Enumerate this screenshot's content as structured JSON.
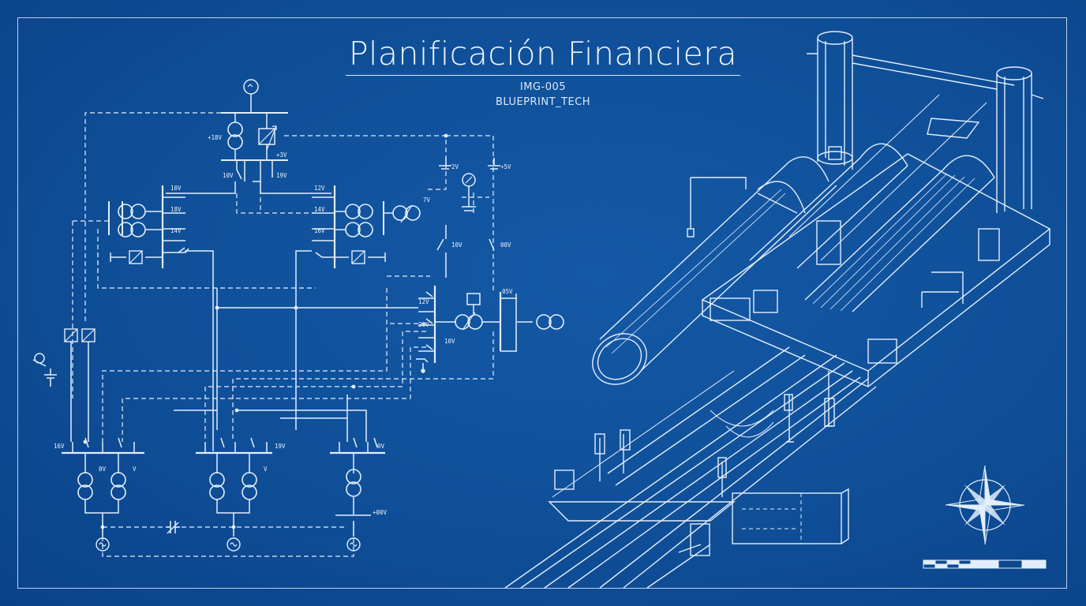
{
  "title": "Planificación Financiera",
  "image_code": "IMG-005",
  "image_tag": "BLUEPRINT_TECH",
  "schematic_labels": {
    "top_left_voltage": "+18V",
    "top_right_voltage": "+3V",
    "top_out_left": "10V",
    "top_out_right": "19V",
    "bus_a_1": "10V",
    "bus_a_2": "18V",
    "bus_a_3": "14V",
    "bus_b_1": "12V",
    "bus_b_2": "14V",
    "bus_b_3": "16V",
    "meter_right": "7V",
    "cap_left": "2V",
    "cap_right": "+5V",
    "switch_mid": "10V",
    "switch_right": "00V",
    "node_12": "12V",
    "node_20": "20V",
    "node_10": "10V",
    "node_05": "05V",
    "bottom_left": "16V",
    "bottom_mid": "19V",
    "bottom_right": "0V",
    "bottom_v1": "0V",
    "bottom_v2": "V",
    "bottom_v3": "V",
    "bottom_out": "+00V"
  },
  "colors": {
    "background": "#0f4f98",
    "line": "#e3eefc"
  }
}
